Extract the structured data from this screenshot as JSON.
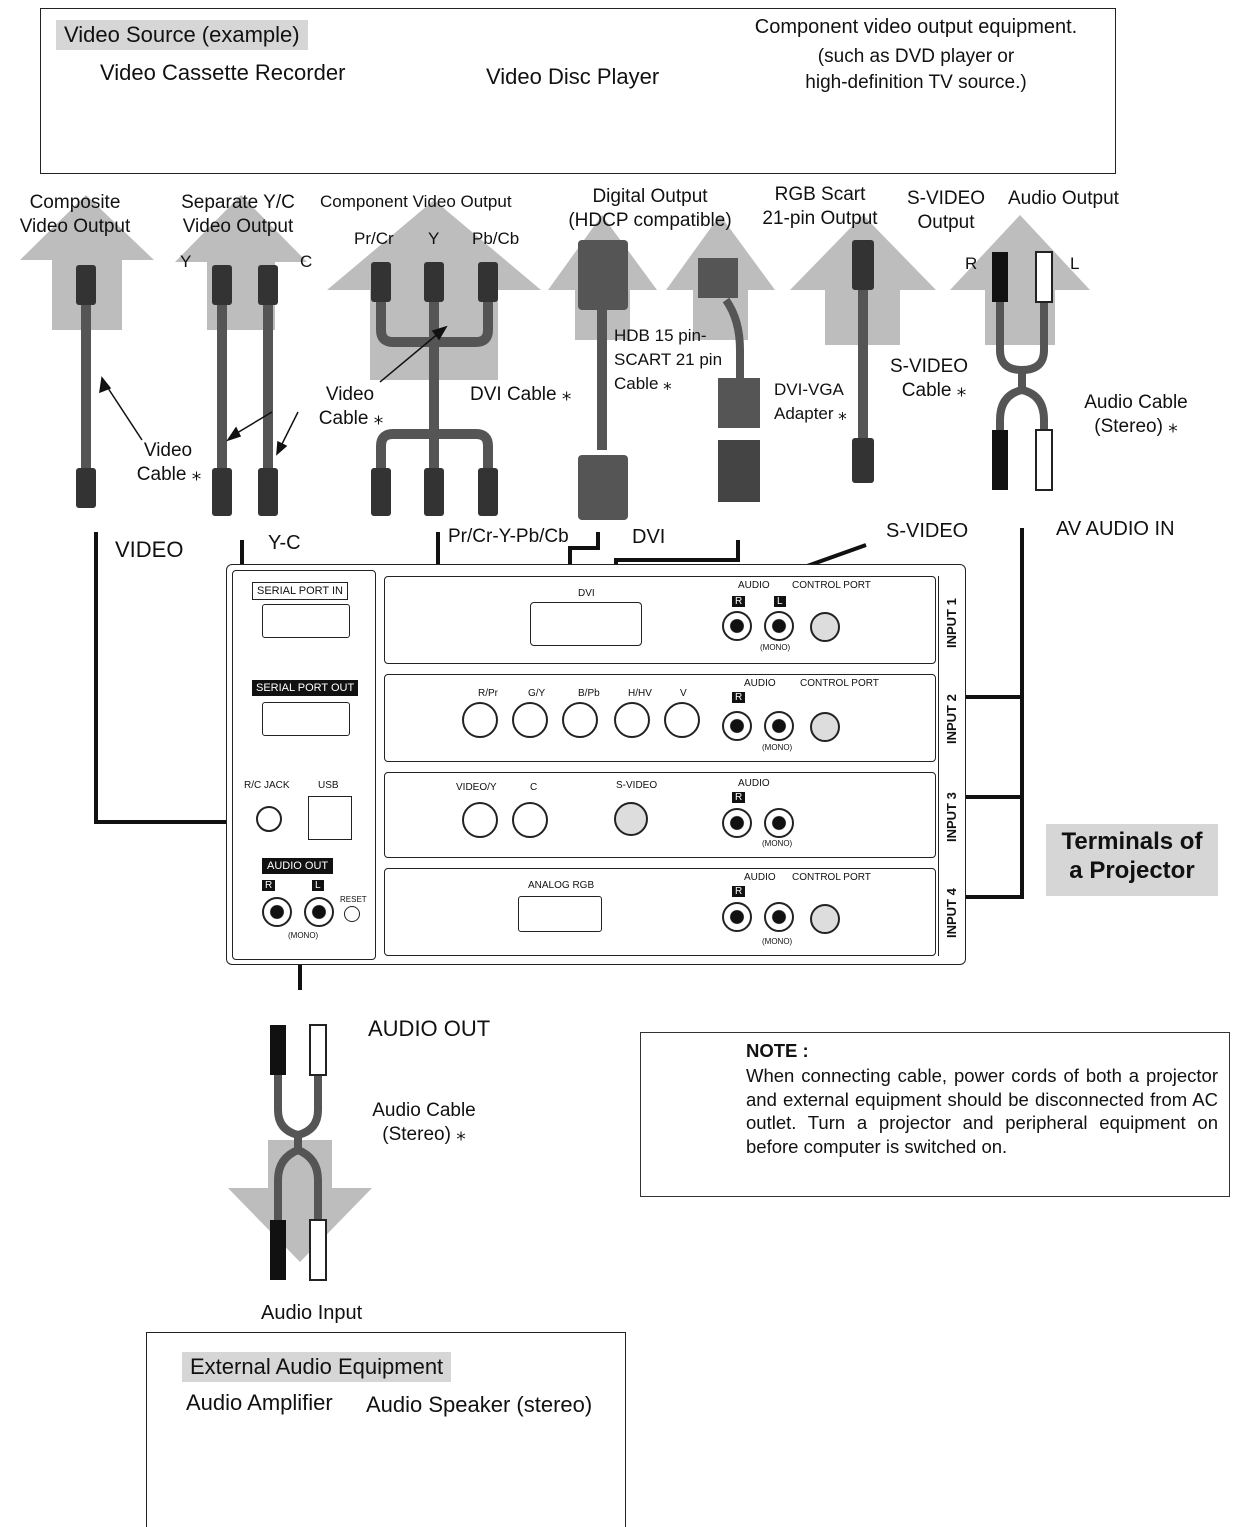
{
  "source_box": {
    "label": "Video Source (example)",
    "vcr": "Video Cassette Recorder",
    "disc": "Video Disc Player",
    "component_title": "Component video output equipment.",
    "component_sub1": "(such as DVD player or",
    "component_sub2": "high-definition TV source.)"
  },
  "outputs": {
    "composite_1": "Composite",
    "composite_2": "Video Output",
    "separate_1": "Separate Y/C",
    "separate_2": "Video Output",
    "y": "Y",
    "c": "C",
    "component": "Component Video Output",
    "prcr": "Pr/Cr",
    "yy": "Y",
    "pbcb": "Pb/Cb",
    "digital_1": "Digital Output",
    "digital_2": "(HDCP compatible)",
    "rgb_1": "RGB Scart",
    "rgb_2": "21-pin Output",
    "svideo_1": "S-VIDEO",
    "svideo_2": "Output",
    "audio": "Audio Output",
    "r": "R",
    "l": "L"
  },
  "cables": {
    "video_cable_1": "Video",
    "video_cable_2": "Cable ⁎",
    "video_cable_b1": "Video",
    "video_cable_b2": "Cable ⁎",
    "dvi_cable": "DVI Cable ⁎",
    "hdb_1": "HDB 15 pin-",
    "hdb_2": "SCART 21 pin",
    "hdb_3": "Cable ⁎",
    "dvivga_1": "DVI-VGA",
    "dvivga_2": "Adapter ⁎",
    "svideo_cable_1": "S-VIDEO",
    "svideo_cable_2": "Cable ⁎",
    "audio_cable_1": "Audio Cable",
    "audio_cable_2": "(Stereo) ⁎"
  },
  "inputs": {
    "video": "VIDEO",
    "yc": "Y-C",
    "component": "Pr/Cr-Y-Pb/Cb",
    "dvi": "DVI",
    "svideo": "S-VIDEO",
    "av_audio": "AV AUDIO IN"
  },
  "panel": {
    "serial_in": "SERIAL PORT IN",
    "serial_out": "SERIAL PORT OUT",
    "rc_jack": "R/C JACK",
    "usb": "USB",
    "audio_out": "AUDIO OUT",
    "reset": "RESET",
    "mono": "(MONO)",
    "dvi": "DVI",
    "audio": "AUDIO",
    "control_port": "CONTROL PORT",
    "rpr": "R/Pr",
    "gy": "G/Y",
    "bpb": "B/Pb",
    "hhv": "H/HV",
    "v": "V",
    "video_y": "VIDEO/Y",
    "c": "C",
    "s_video": "S-VIDEO",
    "analog_rgb": "ANALOG RGB",
    "r": "R",
    "l": "L",
    "input1": "INPUT 1",
    "input2": "INPUT 2",
    "input3": "INPUT 3",
    "input4": "INPUT 4"
  },
  "terminals_1": "Terminals of",
  "terminals_2": "a Projector",
  "audio_out_label": "AUDIO OUT",
  "audio_cable_b1": "Audio Cable",
  "audio_cable_b2": "(Stereo) ⁎",
  "audio_input": "Audio Input",
  "external": {
    "label": "External Audio Equipment",
    "amp": "Audio Amplifier",
    "speaker": "Audio Speaker (stereo)"
  },
  "note": {
    "title": "NOTE  :",
    "text": "When connecting cable, power cords of both a projector and external equipment should be disconnected from AC outlet.  Turn a projector and peripheral equipment on before computer is switched on."
  }
}
